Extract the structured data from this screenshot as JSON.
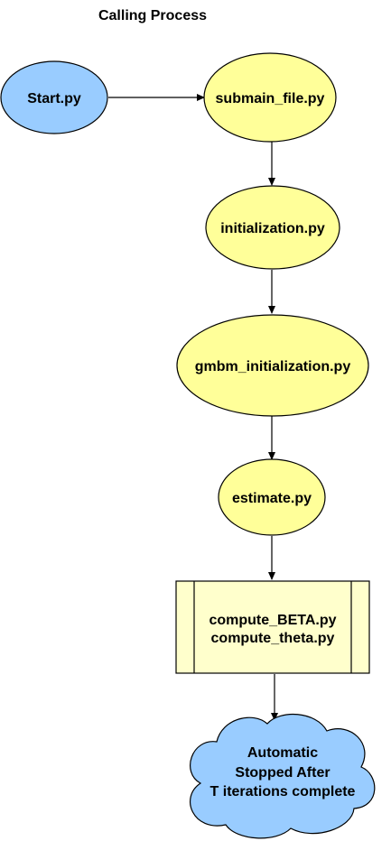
{
  "title": "Calling Process",
  "colors": {
    "start_fill": "#99CCFF",
    "step_fill": "#FFFF99",
    "process_fill": "#FFFFCC",
    "stroke": "#000000",
    "cloud_fill": "#99CCFF"
  },
  "nodes": {
    "start": "Start.py",
    "submain": "submain_file.py",
    "initialization": "initialization.py",
    "gmbm": "gmbm_initialization.py",
    "estimate": "estimate.py",
    "compute_line1": "compute_BETA.py",
    "compute_line2": "compute_theta.py",
    "end_line1": "Automatic",
    "end_line2": "Stopped After",
    "end_line3": "T iterations complete"
  }
}
